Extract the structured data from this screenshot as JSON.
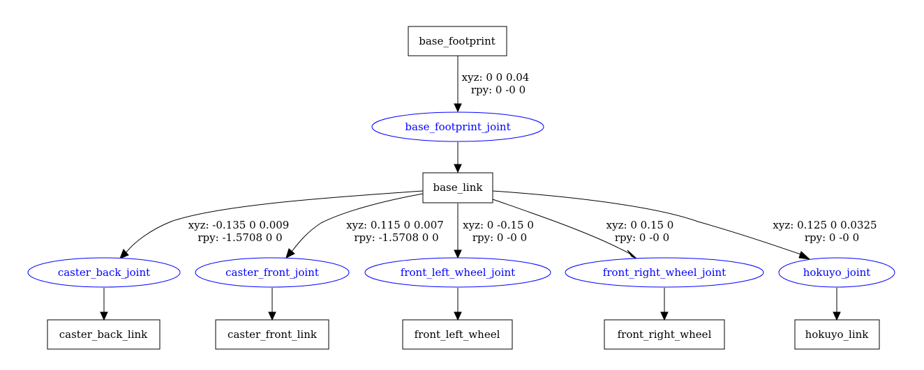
{
  "colors": {
    "link_stroke": "#000000",
    "joint_stroke": "#0000ff",
    "joint_text": "#0000ff",
    "background": "#ffffff"
  },
  "links": {
    "base_footprint": "base_footprint",
    "base_link": "base_link",
    "caster_back_link": "caster_back_link",
    "caster_front_link": "caster_front_link",
    "front_left_wheel": "front_left_wheel",
    "front_right_wheel": "front_right_wheel",
    "hokuyo_link": "hokuyo_link"
  },
  "joints": {
    "base_footprint_joint": "base_footprint_joint",
    "caster_back_joint": "caster_back_joint",
    "caster_front_joint": "caster_front_joint",
    "front_left_wheel_joint": "front_left_wheel_joint",
    "front_right_wheel_joint": "front_right_wheel_joint",
    "hokuyo_joint": "hokuyo_joint"
  },
  "edge_labels": {
    "base_footprint_joint": {
      "xyz": "xyz: 0 0 0.04",
      "rpy": "rpy: 0 -0 0"
    },
    "caster_back_joint": {
      "xyz": "xyz: -0.135 0 0.009",
      "rpy": "rpy: -1.5708 0 0"
    },
    "caster_front_joint": {
      "xyz": "xyz: 0.115 0 0.007",
      "rpy": "rpy: -1.5708 0 0"
    },
    "front_left_wheel_joint": {
      "xyz": "xyz: 0 -0.15 0",
      "rpy": "rpy: 0 -0 0"
    },
    "front_right_wheel_joint": {
      "xyz": "xyz: 0 0.15 0",
      "rpy": "rpy: 0 -0 0"
    },
    "hokuyo_joint": {
      "xyz": "xyz: 0.125 0 0.0325",
      "rpy": "rpy: 0 -0 0"
    }
  }
}
